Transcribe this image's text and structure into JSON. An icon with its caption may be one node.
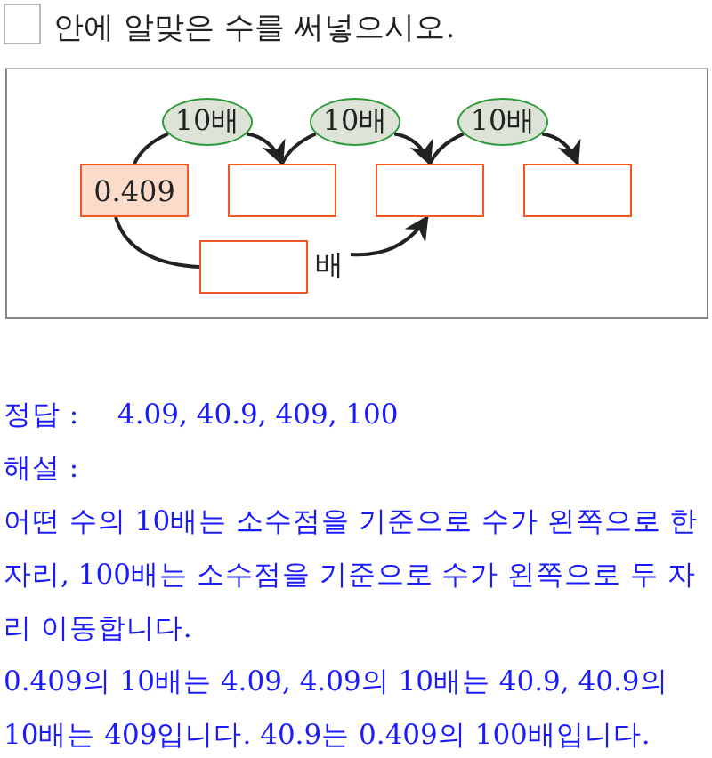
{
  "diagram": {
    "title": "안에 알맞은 수를 써넣으시오.",
    "nodes": [
      {
        "text": [
          "0.409"
        ]
      },
      {
        "text": [],
        "shape": "box"
      },
      {
        "text": [],
        "shape": "box"
      },
      {
        "text": [],
        "shape": "box"
      },
      {
        "text": [
          "10배"
        ]
      },
      {
        "text": [
          "10배"
        ]
      },
      {
        "text": [
          "10배"
        ]
      },
      {
        "text": [],
        "shape": "box",
        "beside": [
          "배"
        ]
      }
    ],
    "edges": [
      {
        "from": 0,
        "to": 4,
        "arrow": "none"
      },
      {
        "from": 4,
        "to": 1,
        "arrow": "to"
      },
      {
        "from": 1,
        "to": 5,
        "arrow": "none"
      },
      {
        "from": 5,
        "to": 2,
        "arrow": "to"
      },
      {
        "from": 2,
        "to": 6,
        "arrow": "none"
      },
      {
        "from": 6,
        "to": 3,
        "arrow": "to"
      },
      {
        "from": 0,
        "to": 7,
        "arrow": "none"
      },
      {
        "from": 7,
        "to": 2,
        "arrow": "to"
      }
    ],
    "labels": [
      "정답 :",
      "4.09, 40.9, 409, 100",
      "해설 :",
      "어떤 수의 10배는 소수점을 기준으로 수가 왼쪽으로 한 자리, 100배는 소수점을 기준으로 수가 왼쪽으로 두 자리 이동합니다.",
      "0.409의 10배는 4.09, 4.09의 10배는 40.9, 40.9의 10배는 409입니다. 40.9는 0.409의 100배입니다."
    ]
  }
}
